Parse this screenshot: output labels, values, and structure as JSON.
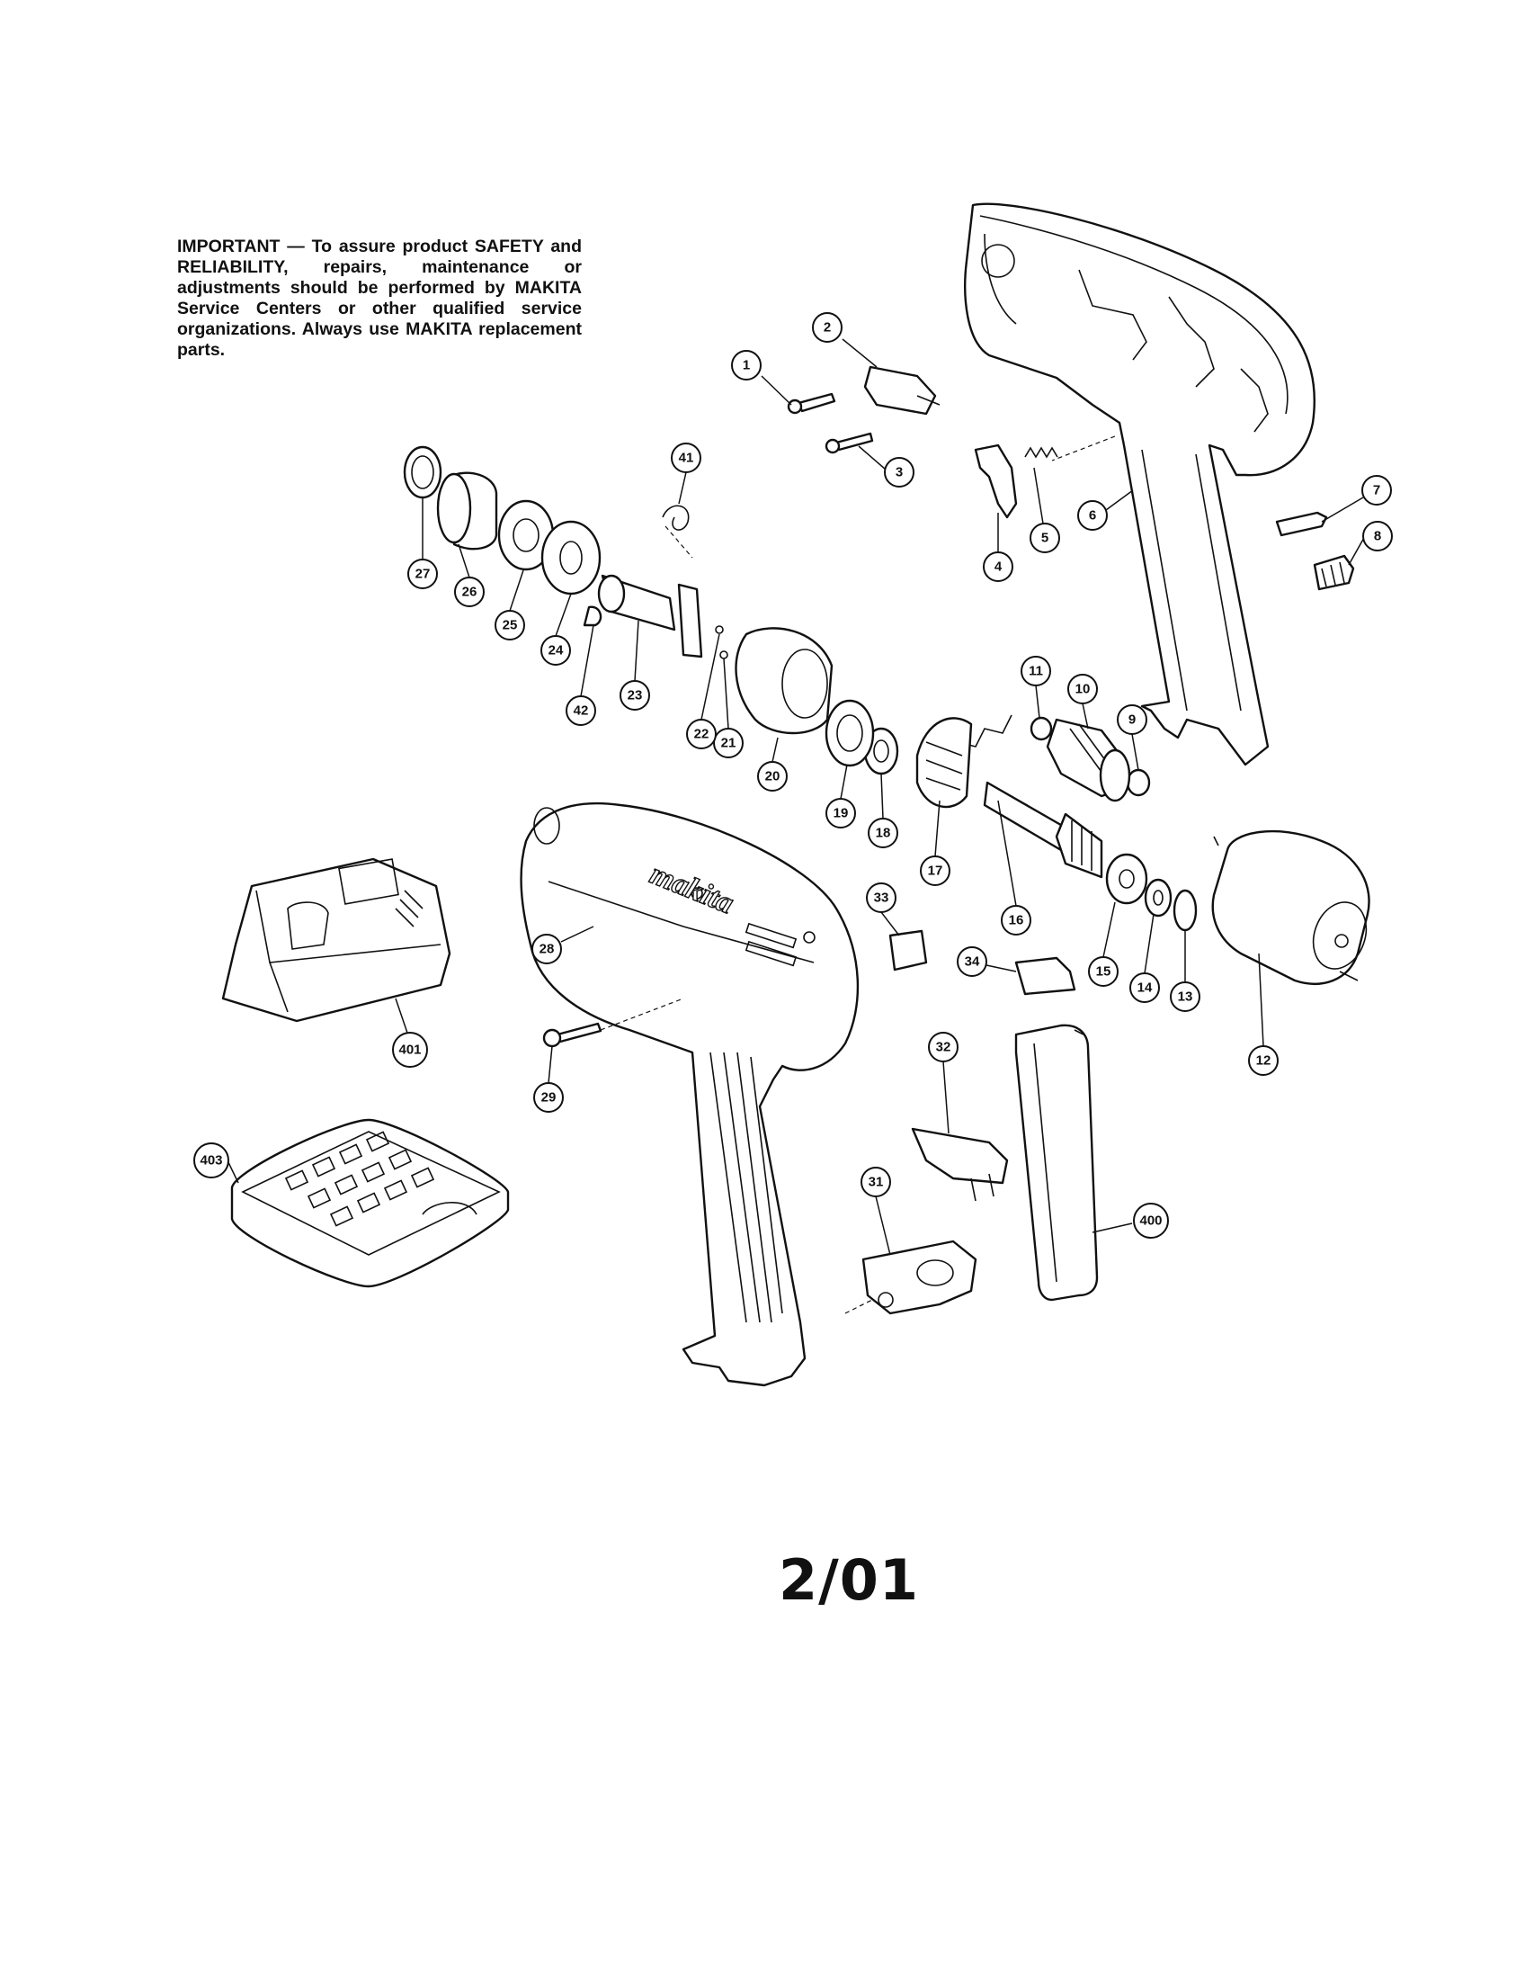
{
  "notice": {
    "text": "IMPORTANT — To assure product SAFETY and RELIABILITY, repairs, maintenance or adjustments should be performed by MAKITA Service Centers or other qualified service organizations. Always use MAKITA replacement parts."
  },
  "page_code": "2/01",
  "brand_logo": "makita",
  "callouts": [
    {
      "id": "1",
      "label": "1"
    },
    {
      "id": "2",
      "label": "2"
    },
    {
      "id": "3",
      "label": "3"
    },
    {
      "id": "4",
      "label": "4"
    },
    {
      "id": "5",
      "label": "5"
    },
    {
      "id": "6",
      "label": "6"
    },
    {
      "id": "7",
      "label": "7"
    },
    {
      "id": "8",
      "label": "8"
    },
    {
      "id": "9",
      "label": "9"
    },
    {
      "id": "10",
      "label": "10"
    },
    {
      "id": "11",
      "label": "11"
    },
    {
      "id": "12",
      "label": "12"
    },
    {
      "id": "13",
      "label": "13"
    },
    {
      "id": "14",
      "label": "14"
    },
    {
      "id": "15",
      "label": "15"
    },
    {
      "id": "16",
      "label": "16"
    },
    {
      "id": "17",
      "label": "17"
    },
    {
      "id": "18",
      "label": "18"
    },
    {
      "id": "19",
      "label": "19"
    },
    {
      "id": "20",
      "label": "20"
    },
    {
      "id": "21",
      "label": "21"
    },
    {
      "id": "22",
      "label": "22"
    },
    {
      "id": "23",
      "label": "23"
    },
    {
      "id": "24",
      "label": "24"
    },
    {
      "id": "25",
      "label": "25"
    },
    {
      "id": "26",
      "label": "26"
    },
    {
      "id": "27",
      "label": "27"
    },
    {
      "id": "28",
      "label": "28"
    },
    {
      "id": "29",
      "label": "29"
    },
    {
      "id": "31",
      "label": "31"
    },
    {
      "id": "32",
      "label": "32"
    },
    {
      "id": "33",
      "label": "33"
    },
    {
      "id": "34",
      "label": "34"
    },
    {
      "id": "41",
      "label": "41"
    },
    {
      "id": "42",
      "label": "42"
    },
    {
      "id": "400",
      "label": "400"
    },
    {
      "id": "401",
      "label": "401"
    },
    {
      "id": "403",
      "label": "403"
    }
  ]
}
